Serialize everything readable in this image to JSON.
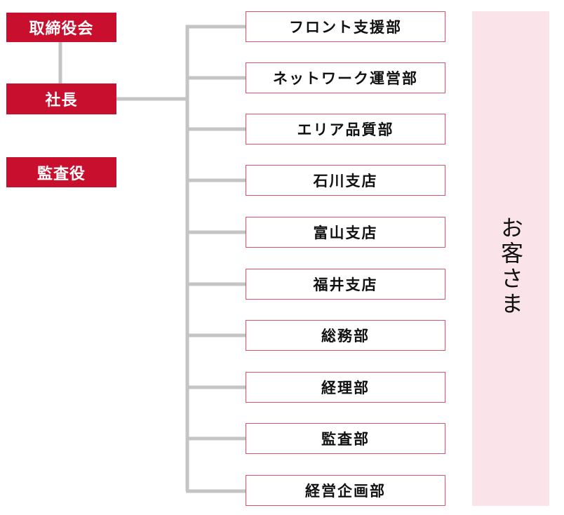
{
  "left_boxes": [
    {
      "label": "取締役会"
    },
    {
      "label": "社長"
    },
    {
      "label": "監査役"
    }
  ],
  "departments": [
    {
      "label": "フロント支援部"
    },
    {
      "label": "ネットワーク運営部"
    },
    {
      "label": "エリア品質部"
    },
    {
      "label": "石川支店"
    },
    {
      "label": "富山支店"
    },
    {
      "label": "福井支店"
    },
    {
      "label": "総務部"
    },
    {
      "label": "経理部"
    },
    {
      "label": "監査部"
    },
    {
      "label": "経営企画部"
    }
  ],
  "customer": {
    "label": "お客さま"
  },
  "colors": {
    "accent": "#c8102e",
    "connector": "#c4c4c4",
    "dept_border": "#d9546b",
    "customer_bg": "#fae4e9"
  }
}
